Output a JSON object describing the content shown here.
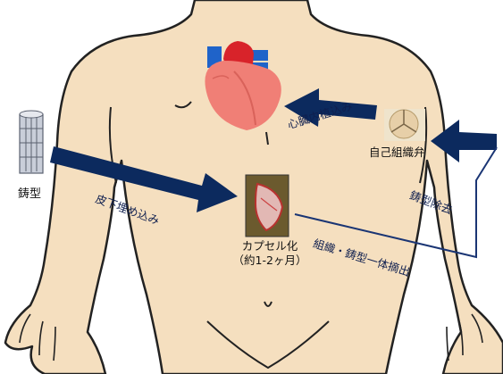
{
  "labels": {
    "mold": "鋳型",
    "subcutaneous_implant": "皮下埋め込み",
    "capsule_line1": "カプセル化",
    "capsule_line2": "（約1-2ヶ月）",
    "heart_implant": "心臓内植込み",
    "autologous_valve": "自己組織弁",
    "mold_removal": "鋳型除去",
    "extraction": "組織・鋳型一体摘出"
  },
  "colors": {
    "skin": "#f5dfbf",
    "outline": "#222222",
    "arrow": "#0c2a5e",
    "thin_line": "#1a3574",
    "heart": "#f07f76",
    "aorta": "#d8232a",
    "vessels": "#1f63c9"
  },
  "icons": {
    "mold": "cylindrical-mold-icon",
    "capsule": "tissue-capsule-photo",
    "valve": "valve-photo",
    "heart": "heart-icon"
  }
}
